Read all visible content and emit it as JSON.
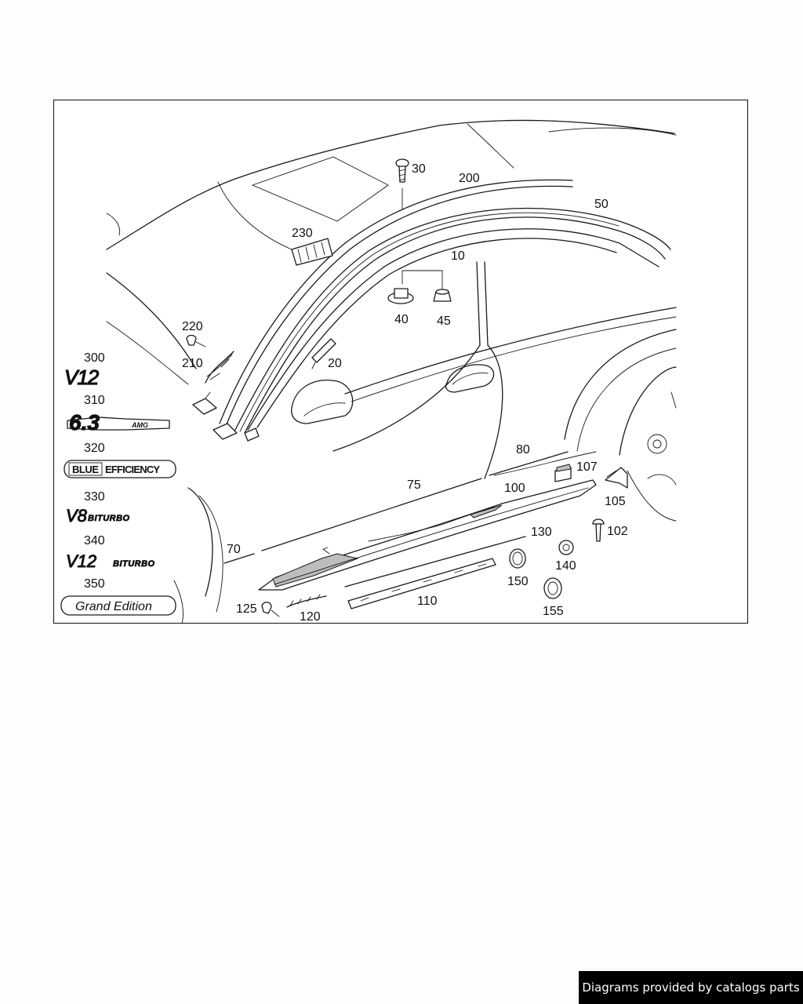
{
  "diagram": {
    "callouts": {
      "c10": "10",
      "c20": "20",
      "c30": "30",
      "c40": "40",
      "c45": "45",
      "c50": "50",
      "c70": "70",
      "c75": "75",
      "c80": "80",
      "c100": "100",
      "c102": "102",
      "c105": "105",
      "c107": "107",
      "c110": "110",
      "c120": "120",
      "c125": "125",
      "c130": "130",
      "c140": "140",
      "c150": "150",
      "c155": "155",
      "c200": "200",
      "c210": "210",
      "c220": "220",
      "c230": "230",
      "c300": "300",
      "c310": "310",
      "c320": "320",
      "c330": "330",
      "c340": "340",
      "c350": "350"
    },
    "badges": {
      "b300": "V12",
      "b310_number": "6.3",
      "b310_brand": "AMG",
      "b320_left": "BLUE",
      "b320_right": "EFFICIENCY",
      "b330_model": "V8",
      "b330_suffix": "BITURBO",
      "b340_model": "V12",
      "b340_suffix": "BITURBO",
      "b350": "Grand Edition"
    }
  },
  "footer": {
    "credit": "Diagrams provided by catalogs parts"
  }
}
